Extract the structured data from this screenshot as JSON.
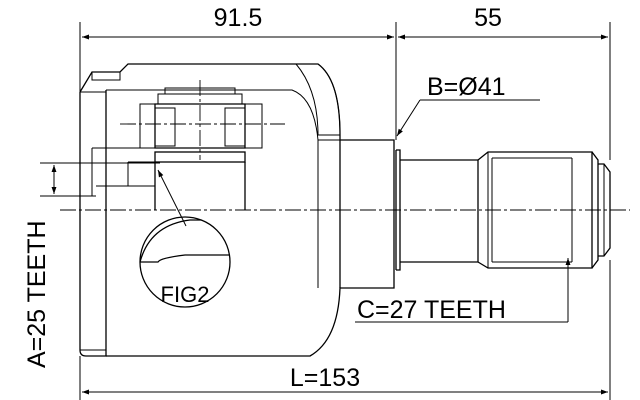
{
  "dimensions": {
    "top_left": "91.5",
    "top_right": "55",
    "diameter": "B=Ø41",
    "inner_teeth": "A=25 TEETH",
    "outer_teeth": "C=27 TEETH",
    "length": "L=153"
  },
  "callout": {
    "label": "FIG2"
  }
}
